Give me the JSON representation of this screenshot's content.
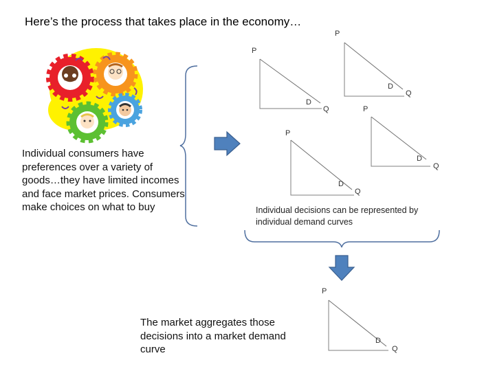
{
  "title": "Here’s the process that takes place in the economy…",
  "consumers_text": "Individual consumers have preferences over a variety of goods…they have limited incomes and face market prices. Consumers make choices on what to buy",
  "individual_text": "Individual decisions can be represented by individual demand curves",
  "market_text": "The market aggregates those decisions into a market demand curve",
  "axis_labels": {
    "price": "P",
    "quantity": "Q",
    "demand": "D"
  },
  "colors": {
    "arrow_fill": "#4f81bd",
    "arrow_stroke": "#3a5f8f",
    "axis": "#7f7f7f",
    "bracket": "#4f6f9f",
    "bubble": "#fff200",
    "gear_red": "#e8202a",
    "gear_orange": "#f7941d",
    "gear_green": "#5cc032",
    "gear_blue": "#4aa3df"
  },
  "icons": [
    "gear-cluster-illustration",
    "right-arrow-icon",
    "down-arrow-icon"
  ]
}
